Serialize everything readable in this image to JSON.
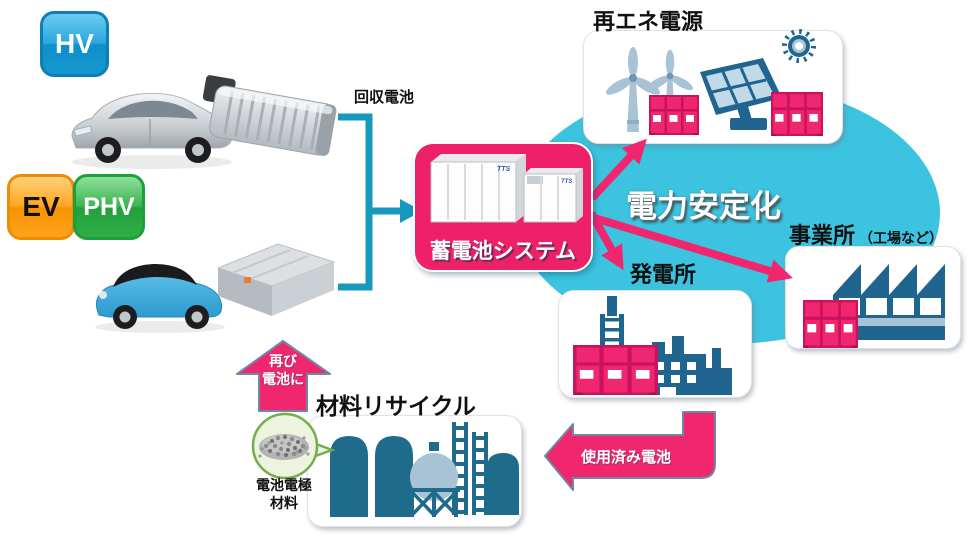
{
  "badges": {
    "hv": "HV",
    "ev": "EV",
    "phv": "PHV"
  },
  "labels": {
    "collected_battery": "回収電池",
    "storage_system": "蓄電池システム",
    "container_logo": "TTS",
    "power_stabilization": "電力安定化",
    "renewable_source": "再エネ電源",
    "power_plant": "発電所",
    "business_site": "事業所",
    "business_site_note": "（工場など）",
    "material_recycle": "材料リサイクル",
    "used_battery": "使用済み電池",
    "again_line1": "再び",
    "again_line2": "電池に",
    "electrode_line1": "電池電極",
    "electrode_line2": "材料"
  },
  "colors": {
    "blob_cyan": "#3BC3DF",
    "flow_teal": "#1799BD",
    "pink": "#EE2168",
    "pink_dark": "#C9135E",
    "dark_blue": "#1F6590",
    "light_blue": "#A8C2D6",
    "hv_blue": "#1496CE",
    "ev_orange": "#FF9D18",
    "phv_green": "#2FAE46"
  }
}
